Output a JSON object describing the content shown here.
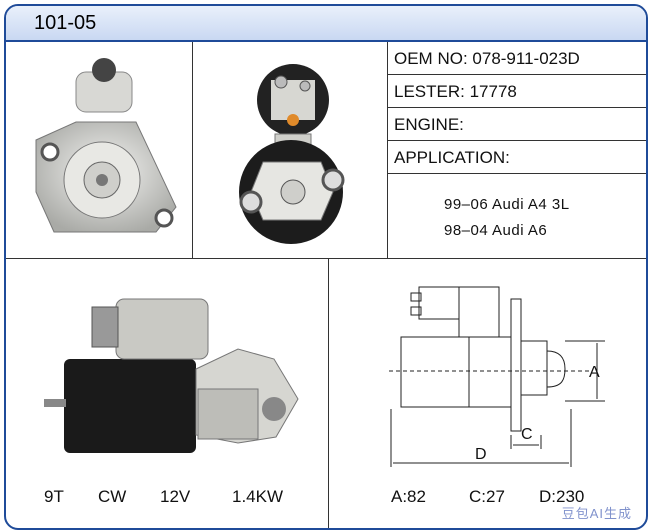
{
  "header": {
    "title": "101-05"
  },
  "info": {
    "oem_label": "OEM NO:",
    "oem_value": "078-911-023D",
    "lester_label": "LESTER:",
    "lester_value": "17778",
    "engine_label": "ENGINE:",
    "application_label": "APPLICATION:",
    "applications": [
      "99–06  Audi  A4 3L",
      "98–04  Audi  A6"
    ]
  },
  "specs": {
    "teeth": "9T",
    "rotation": "CW",
    "voltage": "12V",
    "power": "1.4KW"
  },
  "dimensions": {
    "a": "A:82",
    "c": "C:27",
    "d": "D:230",
    "label_a": "A",
    "label_c": "C",
    "label_d": "D"
  },
  "watermark": {
    "text": "豆包AI生成"
  }
}
